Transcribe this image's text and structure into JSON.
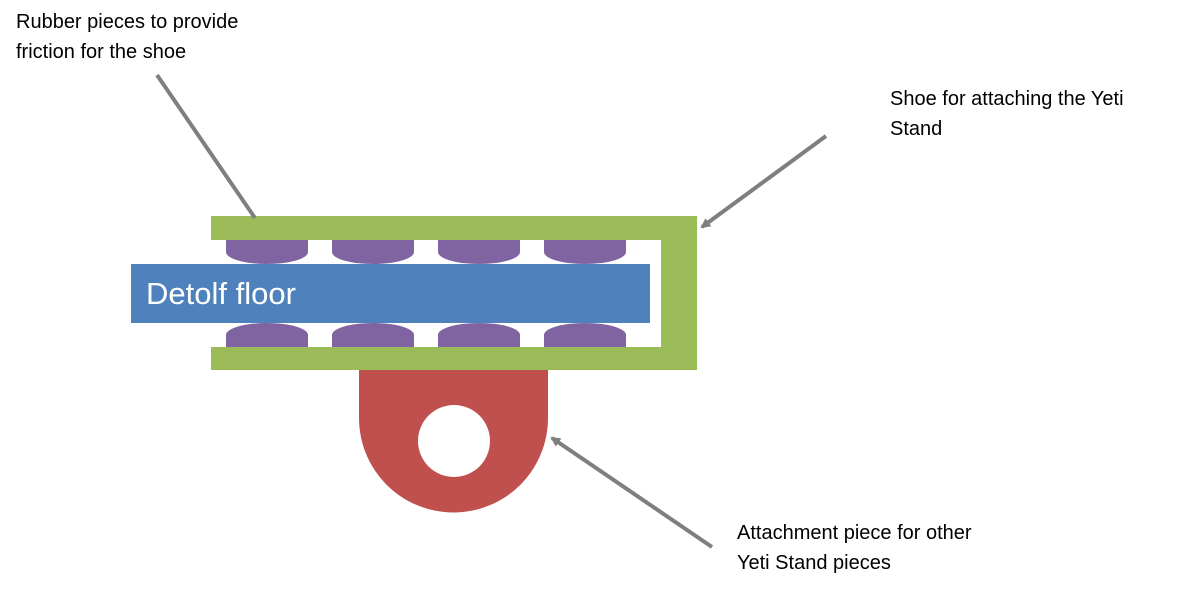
{
  "colors": {
    "shoe": "#9bbb59",
    "rubber": "#8064a2",
    "floor": "#4f81bd",
    "attachment": "#c0504d",
    "arrow": "#7f7f7f",
    "text": "#000000",
    "floor_text": "#ffffff"
  },
  "floor": {
    "label": "Detolf floor"
  },
  "callouts": {
    "rubber": {
      "line1": "Rubber pieces to provide",
      "line2": "friction for the shoe"
    },
    "shoe": {
      "line1": "Shoe for attaching the Yeti",
      "line2": "Stand"
    },
    "attachment": {
      "line1": "Attachment piece for other",
      "line2": "Yeti Stand pieces"
    }
  }
}
